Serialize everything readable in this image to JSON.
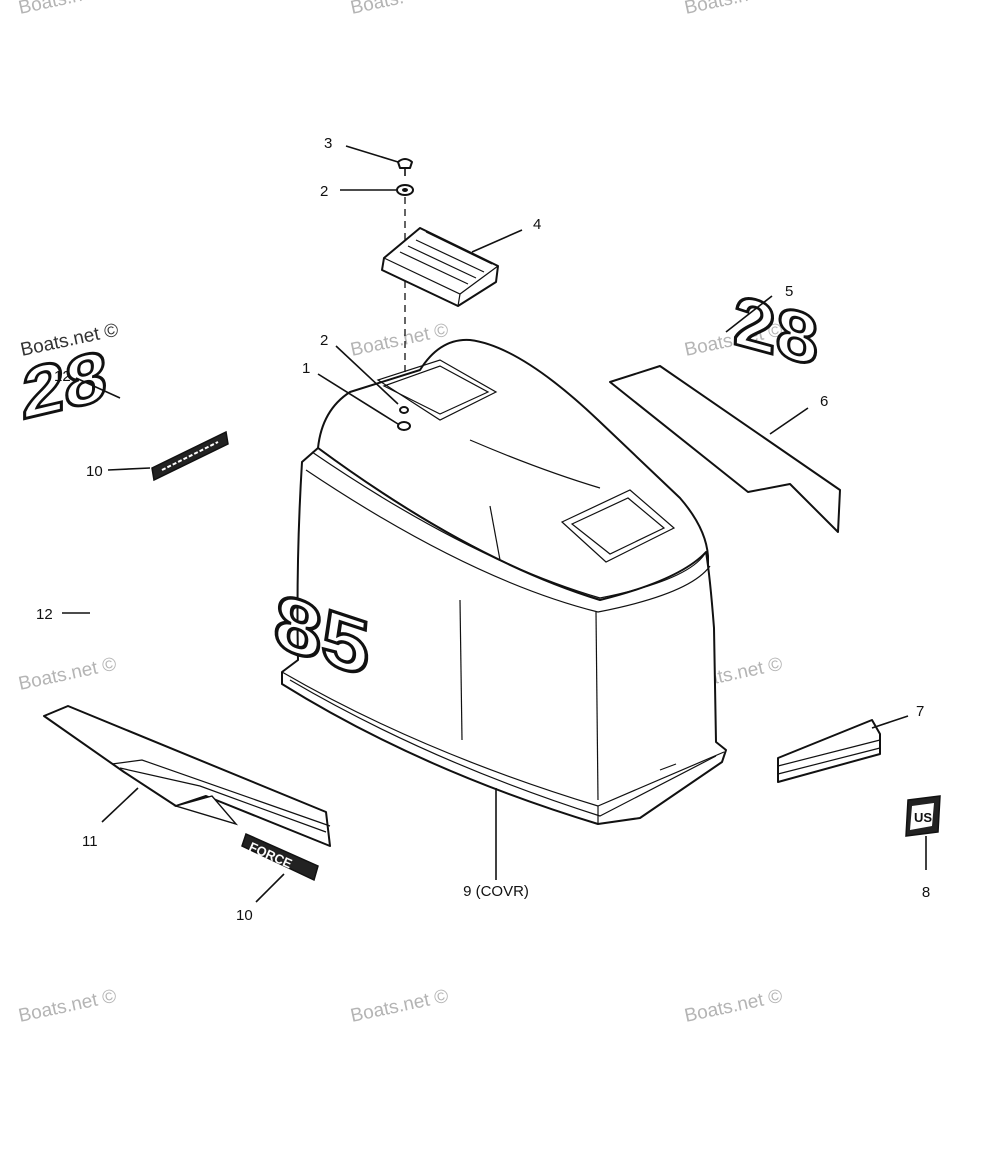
{
  "watermarks": {
    "copyright": "Boats.net ©",
    "top_partial": "Boats."
  },
  "callouts": {
    "c3": "3",
    "c2_top": "2",
    "c4": "4",
    "c5": "5",
    "c12_top": "12",
    "c2_mid": "2",
    "c1": "1",
    "c10_top": "10",
    "c6": "6",
    "c12_bottom": "12",
    "c7": "7",
    "c11": "11",
    "c10_bottom": "10",
    "c9": "9 (COVR)",
    "c8": "8"
  },
  "decals": {
    "number_top_left": "28",
    "number_top_right": "28",
    "number_bottom_left": "85",
    "brand": "FORCE",
    "badge": "US"
  },
  "colors": {
    "ink": "#111111",
    "watermark": "#b4b4b4"
  }
}
